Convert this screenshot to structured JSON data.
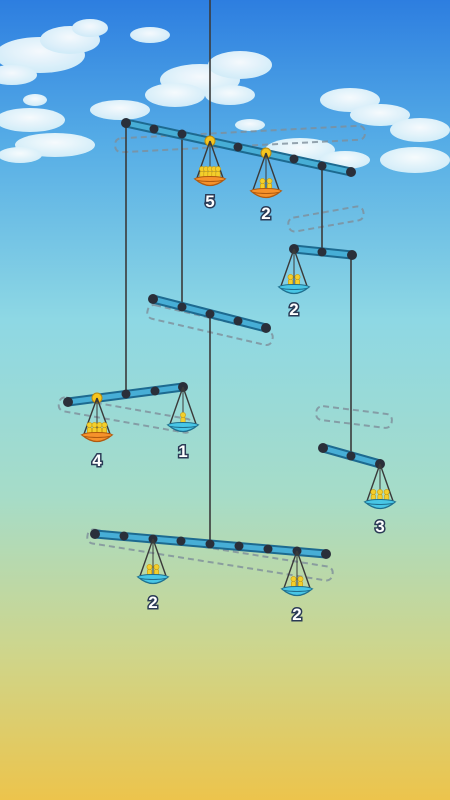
{
  "colors": {
    "sky_top": "#2e7fe0",
    "sky_mid": "#7fd2e4",
    "sky_bottom": "#e8c44e",
    "beam_fill": "#3fa6d0",
    "beam_edge": "#1e6f96",
    "joint": "#2a2f3a",
    "pivot": "#f6c51e",
    "rope": "#3a3a3a",
    "pan_blue": "#48c6e6",
    "pan_orange": "#f6922b",
    "figure": "#f3cf2c",
    "ghost": "#8a9aa6"
  },
  "pans": [
    {
      "id": "top-left",
      "count": "5",
      "color": "orange"
    },
    {
      "id": "top-right",
      "count": "2",
      "color": "orange"
    },
    {
      "id": "right-upper",
      "count": "2",
      "color": "blue"
    },
    {
      "id": "left-heavy",
      "count": "4",
      "color": "orange"
    },
    {
      "id": "left-light",
      "count": "1",
      "color": "blue"
    },
    {
      "id": "right-lower",
      "count": "3",
      "color": "blue"
    },
    {
      "id": "bottom-left",
      "count": "2",
      "color": "blue"
    },
    {
      "id": "bottom-right",
      "count": "2",
      "color": "blue"
    }
  ]
}
